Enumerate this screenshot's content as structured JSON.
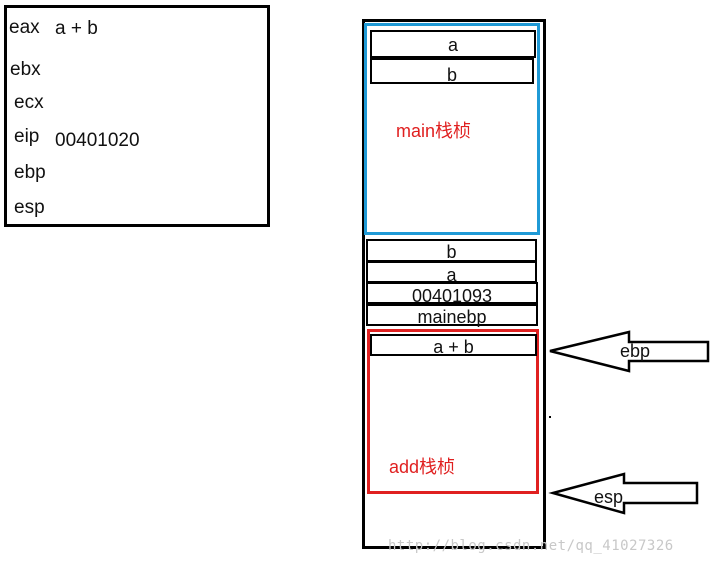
{
  "registers": [
    {
      "name": "eax",
      "value": "a + b"
    },
    {
      "name": "ebx",
      "value": ""
    },
    {
      "name": "ecx",
      "value": ""
    },
    {
      "name": "eip",
      "value": "00401020"
    },
    {
      "name": "ebp",
      "value": ""
    },
    {
      "name": "esp",
      "value": ""
    }
  ],
  "main_frame": {
    "label": "main栈桢",
    "slots": [
      "a",
      "b"
    ],
    "border_color": "#1f9ad6"
  },
  "between_slots": [
    "b",
    "a",
    "00401093",
    "mainebp"
  ],
  "add_frame": {
    "label": "add栈桢",
    "slots": [
      "a + b"
    ],
    "border_color": "#e02020"
  },
  "pointers": {
    "ebp": "ebp",
    "esp": "esp"
  },
  "watermark": "http://blog.csdn.net/qq_41027326"
}
